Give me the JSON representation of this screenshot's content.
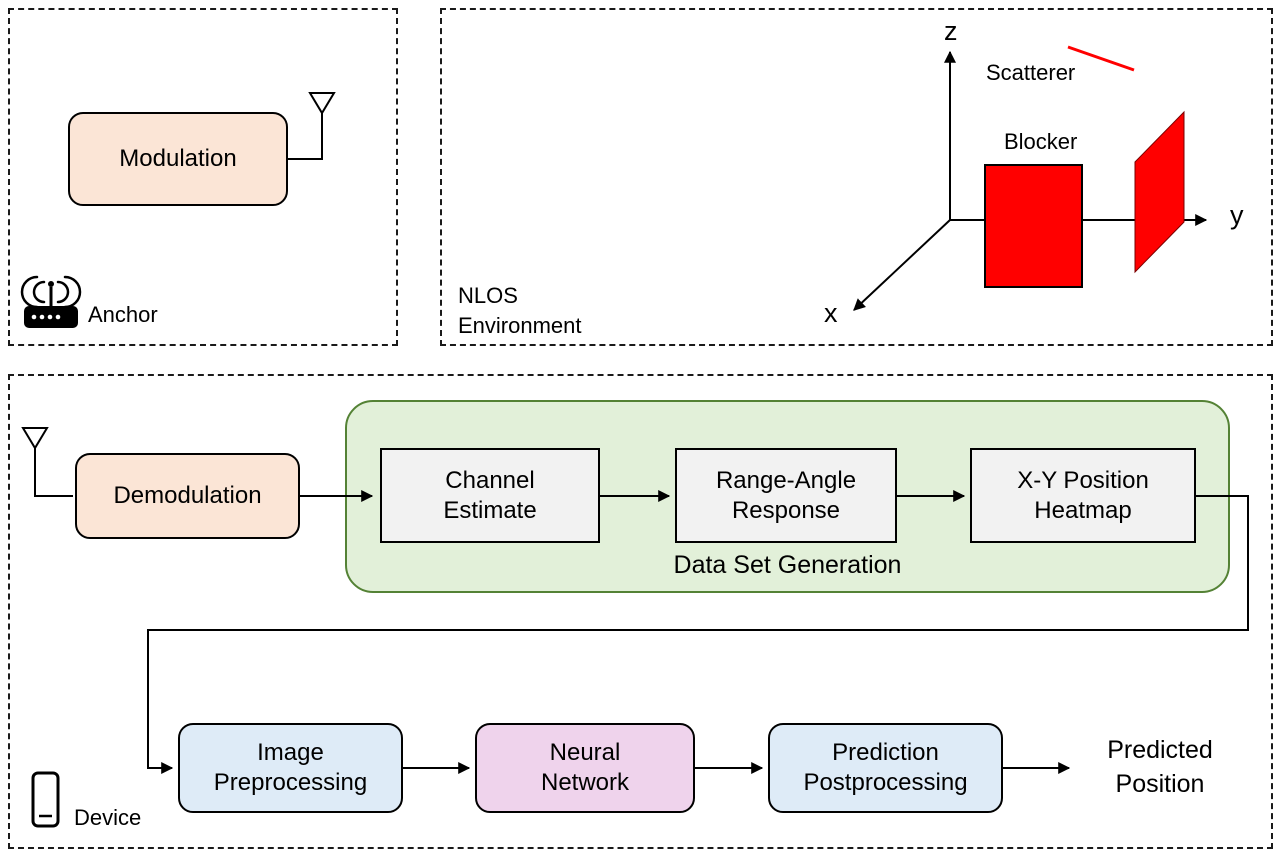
{
  "colors": {
    "peach": "#FBE5D6",
    "green_fill": "#E2F0D9",
    "green_border": "#548235",
    "blue": "#DEEBF7",
    "pink": "#EFD3EC",
    "gray": "#F2F2F2",
    "red": "#FF0000"
  },
  "anchor_panel": {
    "modulation": "Modulation",
    "anchor": "Anchor"
  },
  "environment_panel": {
    "title": "NLOS Environment",
    "scatterer": "Scatterer",
    "blocker": "Blocker",
    "axes": {
      "x": "x",
      "y": "y",
      "z": "z"
    }
  },
  "pipeline_panel": {
    "demodulation": "Demodulation",
    "dataset_group": "Data Set Generation",
    "channel_estimate": "Channel Estimate",
    "range_angle_response": "Range-Angle Response",
    "xy_position_heatmap": "X-Y Position Heatmap",
    "image_preprocessing": "Image Preprocessing",
    "neural_network": "Neural Network",
    "prediction_postprocessing": "Prediction Postprocessing",
    "predicted_position": "Predicted Position",
    "device": "Device"
  }
}
